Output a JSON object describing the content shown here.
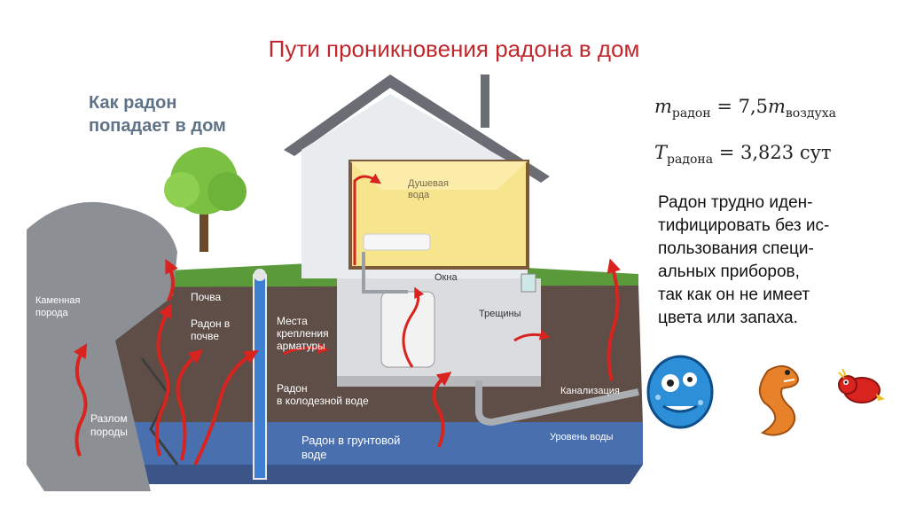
{
  "title": "Пути проникновения радона в дом",
  "diagram": {
    "heading_line1": "Как радон",
    "heading_line2": "попадает в дом",
    "labels": {
      "stone_1": "Каменная",
      "stone_2": "порода",
      "soil": "Почва",
      "radon_soil_1": "Радон в",
      "radon_soil_2": "почве",
      "fault_1": "Разлом",
      "fault_2": "породы",
      "fittings_1": "Места",
      "fittings_2": "крепления",
      "fittings_3": "арматуры",
      "well_1": "Радон",
      "well_2": "в колодезной воде",
      "ground_1": "Радон в грунтовой",
      "ground_2": "воде",
      "shower_1": "Душевая",
      "shower_2": "вода",
      "windows": "Окна",
      "cracks": "Трещины",
      "sewer": "Канализация",
      "water_level": "Уровень воды"
    },
    "colors": {
      "arrow": "#d8231f",
      "soil": "#5e4e47",
      "groundwater": "#4a6fae",
      "grass": "#5a9a3a",
      "roof": "#6a6e74",
      "wall": "#e9ecef",
      "room_light": "#f6e58d"
    }
  },
  "formulas": {
    "mass": {
      "symbol": "m",
      "sub1": "радон",
      "op": "= 7,5",
      "symbol2": "m",
      "sub2": "воздуха"
    },
    "halflife": {
      "symbol": "T",
      "sub": "радона",
      "value": "= 3,823 сут"
    }
  },
  "description": [
    "Радон трудно иден-",
    "тифицировать без ис-",
    "пользования специ-",
    "альных приборов,",
    "так как он не имеет",
    "цвета или запаха."
  ],
  "icons": [
    "virus-monster-icon",
    "orange-dinosaur-icon",
    "red-dragon-icon"
  ]
}
